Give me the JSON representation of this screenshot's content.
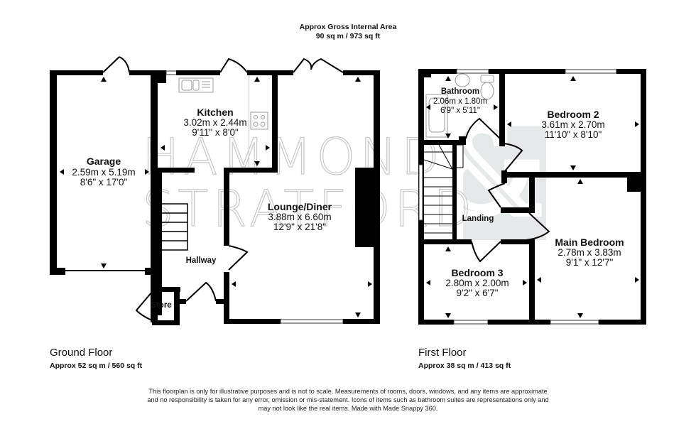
{
  "header": {
    "title_line1": "Approx Gross Internal Area",
    "title_line2": "90 sq m / 973 sq ft"
  },
  "watermark": {
    "line1": "HAMMOND",
    "line2": "STRATFORD",
    "logo_glyph": "&",
    "logo_bg_color": "#e6e9ea"
  },
  "ground_floor": {
    "name": "Ground Floor",
    "area": "Approx 52 sq m / 560 sq ft",
    "rooms": [
      {
        "name": "Garage",
        "metric": "2.59m x 5.19m",
        "imperial": "8'6\" x 17'0\""
      },
      {
        "name": "Kitchen",
        "metric": "3.02m x 2.44m",
        "imperial": "9'11\" x 8'0\""
      },
      {
        "name": "Lounge/Diner",
        "metric": "3.88m x 6.60m",
        "imperial": "12'9\" x 21'8\""
      },
      {
        "name": "Hallway"
      },
      {
        "name": "Store"
      }
    ]
  },
  "first_floor": {
    "name": "First Floor",
    "area": "Approx 38 sq m / 413 sq ft",
    "rooms": [
      {
        "name": "Bathroom",
        "metric": "2.06m x 1.80m",
        "imperial": "6'9\" x 5'11\""
      },
      {
        "name": "Bedroom 2",
        "metric": "3.61m x 2.70m",
        "imperial": "11'10\" x 8'10\""
      },
      {
        "name": "Main Bedroom",
        "metric": "2.78m x 3.83m",
        "imperial": "9'1\" x 12'7\""
      },
      {
        "name": "Bedroom 3",
        "metric": "2.80m x 2.00m",
        "imperial": "9'2\" x 6'7\""
      },
      {
        "name": "Landing"
      }
    ]
  },
  "disclaimer": {
    "line1": "This floorplan is only for illustrative purposes and is not to scale. Measurements of rooms, doors, windows, and any items are approximate",
    "line2": "and no responsibility is taken for any error, omission or mis-statement. Icons of items such as bathroom suites are representations only and",
    "line3": "may not look like the real items. Made with Made Snappy 360."
  },
  "colors": {
    "wall": "#000000",
    "watermark_text": "#c8c8c8",
    "background": "#ffffff"
  }
}
